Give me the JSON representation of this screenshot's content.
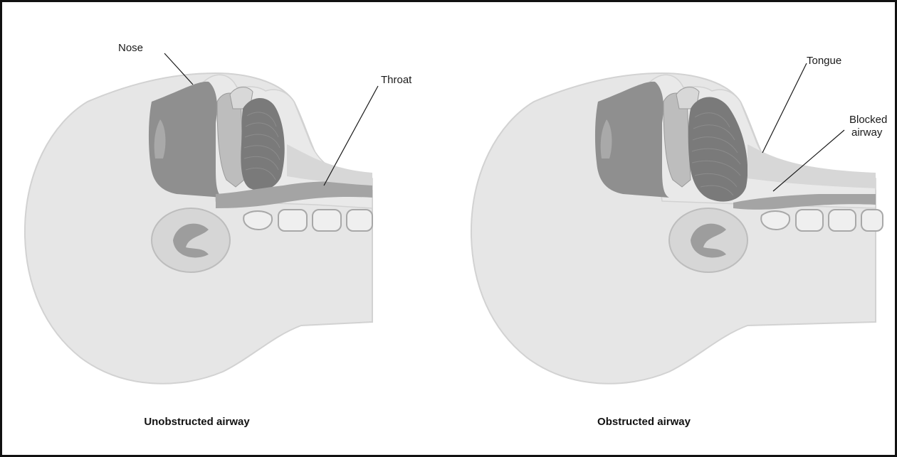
{
  "panels": {
    "left": {
      "caption": "Unobstructed airway",
      "labels": {
        "nose": "Nose",
        "throat": "Throat"
      }
    },
    "right": {
      "caption": "Obstructed airway",
      "labels": {
        "tongue": "Tongue",
        "blocked_line1": "Blocked",
        "blocked_line2": "airway"
      }
    }
  },
  "colors": {
    "skin": "#e6e6e6",
    "skin_outline": "#d2d2d2",
    "cavity": "#8f8f8f",
    "airway": "#a4a4a4",
    "tongue": "#7a7a7a",
    "tissue": "#c4c4c4",
    "label_text": "#1a1a1a",
    "frame": "#111111"
  }
}
